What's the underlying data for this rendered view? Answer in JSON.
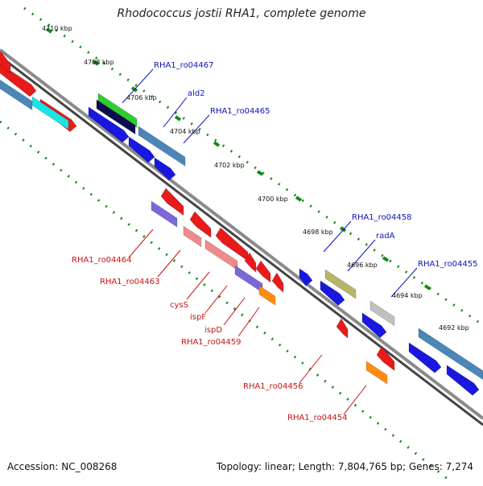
{
  "title": "Rhodococcus jostii RHA1, complete genome",
  "footer": {
    "accession": "Accession: NC_008268",
    "summary": "Topology: linear; Length: 7,804,765 bp; Genes: 7,274"
  },
  "colors": {
    "forward_label": "#1111bb",
    "reverse_label": "#cc1111",
    "tick_dots": "#138a13",
    "backbone": "#555555"
  },
  "ticks": [
    {
      "kbp": 4710,
      "label": "4710 kbp"
    },
    {
      "kbp": 4708,
      "label": "4708 kbp"
    },
    {
      "kbp": 4706,
      "label": "4706 kbp"
    },
    {
      "kbp": 4704,
      "label": "4704 kbp"
    },
    {
      "kbp": 4702,
      "label": "4702 kbp"
    },
    {
      "kbp": 4700,
      "label": "4700 kbp"
    },
    {
      "kbp": 4698,
      "label": "4698 kbp"
    },
    {
      "kbp": 4696,
      "label": "4696 kbp"
    },
    {
      "kbp": 4694,
      "label": "4694 kbp"
    },
    {
      "kbp": 4692,
      "label": "4692 kbp"
    }
  ],
  "forward_labels": [
    {
      "name": "RHA1_ro04467"
    },
    {
      "name": "ald2"
    },
    {
      "name": "RHA1_ro04465"
    },
    {
      "name": "RHA1_ro04458"
    },
    {
      "name": "radA"
    },
    {
      "name": "RHA1_ro04455"
    }
  ],
  "reverse_labels": [
    {
      "name": "RHA1_ro04464"
    },
    {
      "name": "RHA1_ro04463"
    },
    {
      "name": "cysS"
    },
    {
      "name": "ispF"
    },
    {
      "name": "ispD"
    },
    {
      "name": "RHA1_ro04459"
    },
    {
      "name": "RHA1_ro04456"
    },
    {
      "name": "RHA1_ro04454"
    }
  ]
}
